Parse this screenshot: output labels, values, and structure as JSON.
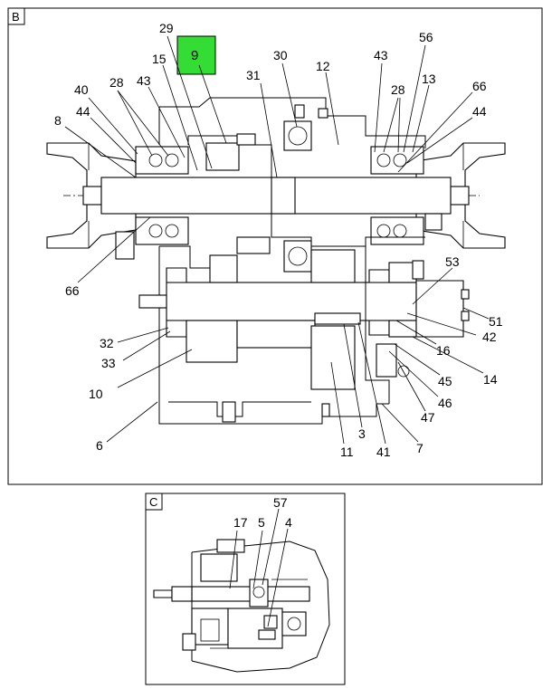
{
  "view_b": {
    "frame_label": "B",
    "highlight": {
      "label": "9",
      "color": "#33dd33"
    },
    "callouts": [
      "29",
      "15",
      "30",
      "12",
      "43",
      "56",
      "28",
      "13",
      "66",
      "44",
      "40",
      "28",
      "43",
      "31",
      "44",
      "8",
      "66",
      "53",
      "51",
      "42",
      "16",
      "14",
      "45",
      "46",
      "47",
      "32",
      "33",
      "10",
      "6",
      "11",
      "3",
      "41",
      "7"
    ]
  },
  "view_c": {
    "frame_label": "C",
    "callouts": [
      "57",
      "17",
      "5",
      "4"
    ]
  }
}
